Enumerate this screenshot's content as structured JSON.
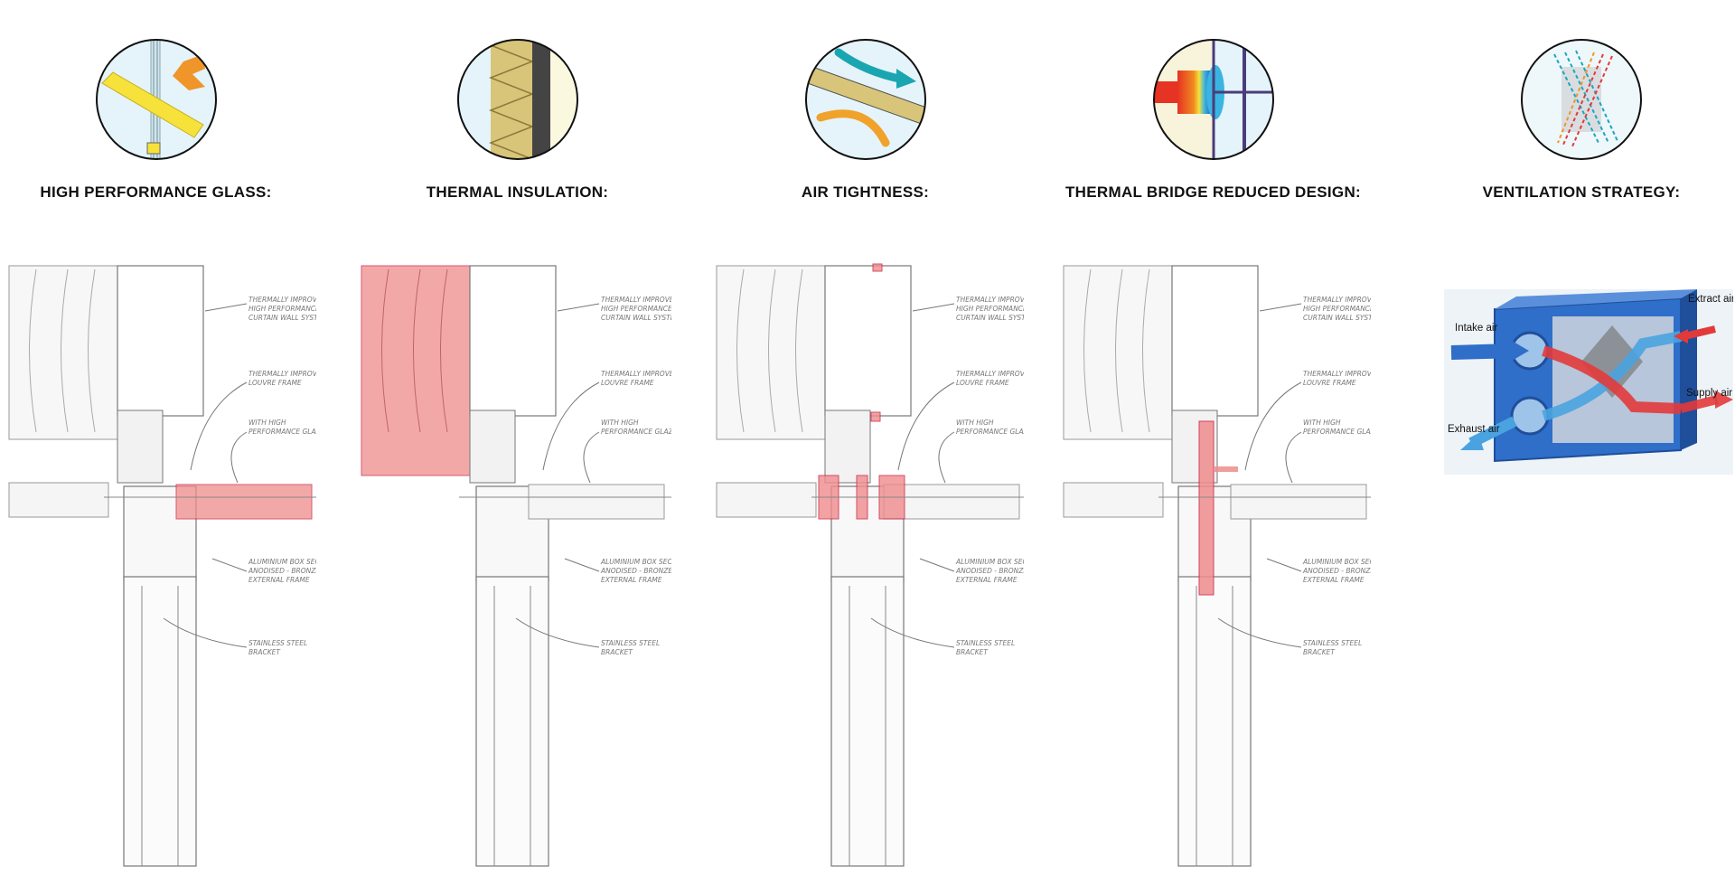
{
  "panels": [
    {
      "key": "glass",
      "title": "HIGH PERFORMANCE GLASS:",
      "badge_icon": "glass-icon"
    },
    {
      "key": "insulation",
      "title": "THERMAL INSULATION:",
      "badge_icon": "insulation-icon"
    },
    {
      "key": "airtight",
      "title": "AIR TIGHTNESS:",
      "badge_icon": "air-flow-icon"
    },
    {
      "key": "bridge",
      "title": "THERMAL BRIDGE REDUCED DESIGN:",
      "badge_icon": "thermal-gradient-icon"
    },
    {
      "key": "ventilation",
      "title": "VENTILATION STRATEGY:",
      "badge_icon": "ventilation-arrows-icon"
    }
  ],
  "annotations": {
    "curtain_wall": [
      "THERMALLY IMPROVED",
      "HIGH PERFORMANCE",
      "CURTAIN WALL SYSTEM"
    ],
    "frame": [
      "THERMALLY IMPROVED",
      "LOUVRE FRAME"
    ],
    "glazing": [
      "WITH HIGH",
      "PERFORMANCE GLAZING"
    ],
    "box_section": [
      "ALUMINIUM BOX SECTION",
      "ANODISED - BRONZE",
      "EXTERNAL FRAME"
    ],
    "bracket": [
      "STAINLESS STEEL",
      "BRACKET"
    ]
  },
  "ventilation_unit": {
    "labels": {
      "intake": "Intake air",
      "extract": "Extract air",
      "exhaust": "Exhaust air",
      "supply": "Supply air"
    }
  },
  "colors": {
    "highlight": "#f08c8c",
    "unit_body": "#2f6fc9",
    "cold_air": "#4aa3e0",
    "warm_air": "#e23a3a",
    "glass_yellow": "#f6e23a",
    "orange": "#f0952a",
    "insulation_tan": "#d8c57a"
  }
}
